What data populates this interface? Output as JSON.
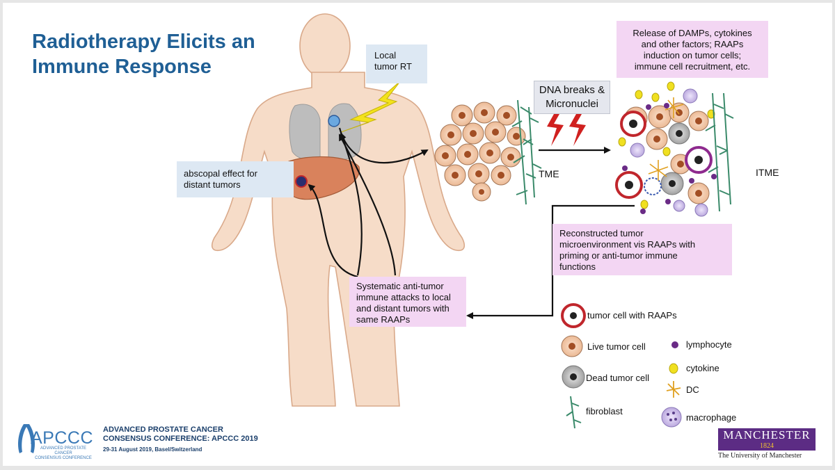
{
  "title_line1": "Radiotherapy Elicits an",
  "title_line2": "Immune Response",
  "boxes": {
    "local_rt": [
      "Local",
      "tumor RT"
    ],
    "abscopal": [
      "abscopal effect for",
      "distant tumors"
    ],
    "release": [
      "Release of DAMPs, cytokines",
      "and other factors; RAAPs",
      "induction on tumor cells;",
      "immune cell recruitment, etc."
    ],
    "reconstructed": [
      "Reconstructed  tumor",
      "microenvironment vis RAAPs with",
      "priming or anti-tumor immune",
      "functions"
    ],
    "systematic": [
      "Systematic anti-tumor",
      "immune attacks to local",
      "and distant tumors with",
      "same RAAPs"
    ],
    "dna": [
      "DNA breaks &",
      "Micronuclei"
    ]
  },
  "labels": {
    "tme": "TME",
    "itme": "ITME"
  },
  "legend": {
    "tumor_raaps": "tumor cell with RAAPs",
    "live": "Live tumor cell",
    "dead": "Dead tumor cell",
    "fibroblast": "fibroblast",
    "lymphocyte": "lymphocyte",
    "cytokine": "cytokine",
    "dc": "DC",
    "macrophage": "macrophage"
  },
  "footer": {
    "apccc": "APCCC",
    "apccc_sub1": "ADVANCED PROSTATE CANCER",
    "apccc_sub2": "CONSENSUS CONFERENCE",
    "conf_line1": "ADVANCED PROSTATE CANCER",
    "conf_line2": "CONSENSUS CONFERENCE: APCCC 2019",
    "date": "29-31 August 2019, Basel/Switzerland",
    "manchester": "MANCHESTER",
    "manchester_year": "1824",
    "university": "The University of Manchester"
  },
  "colors": {
    "title": "#1f5f95",
    "body": "#f6dcc8",
    "liver": "#d9825c",
    "raaps_ring": "#c0262c",
    "lightning": "#f3e21c",
    "fibroblast": "#3a8a6a",
    "lymphocyte": "#6a2b86",
    "cytokine": "#f0e020",
    "macrophage": "#c7b6e6",
    "manchester": "#5c2c84"
  }
}
